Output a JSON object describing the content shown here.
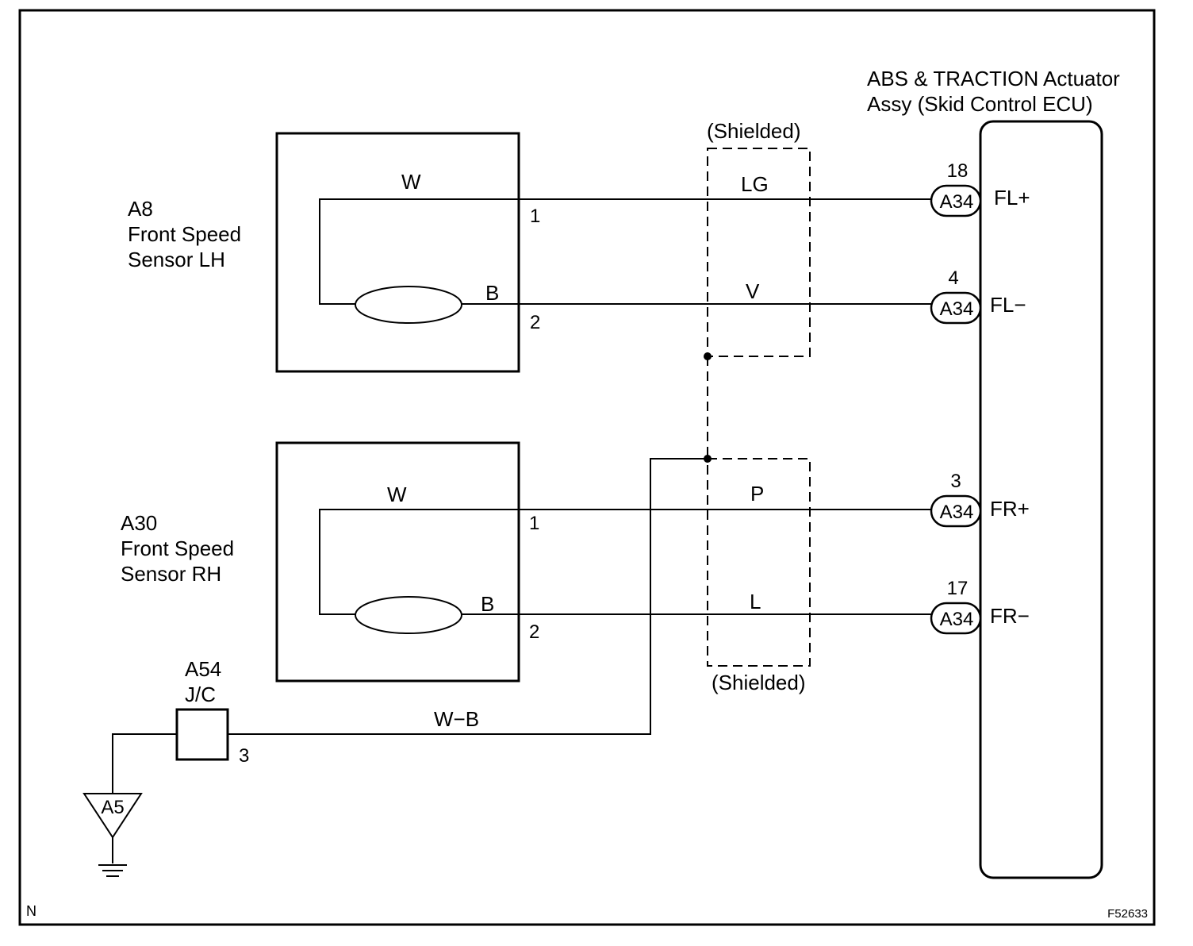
{
  "ecu": {
    "title_line1": "ABS & TRACTION Actuator",
    "title_line2": "Assy (Skid Control ECU)",
    "pins": [
      {
        "pin": "18",
        "connector": "A34",
        "signal": "FL+"
      },
      {
        "pin": "4",
        "connector": "A34",
        "signal": "FL−"
      },
      {
        "pin": "3",
        "connector": "A34",
        "signal": "FR+"
      },
      {
        "pin": "17",
        "connector": "A34",
        "signal": "FR−"
      }
    ]
  },
  "sensor_lh": {
    "id": "A8",
    "name_line1": "Front Speed",
    "name_line2": "Sensor LH",
    "wire_top": "W",
    "wire_bottom": "B",
    "pin1": "1",
    "pin2": "2"
  },
  "sensor_rh": {
    "id": "A30",
    "name_line1": "Front Speed",
    "name_line2": "Sensor RH",
    "wire_top": "W",
    "wire_bottom": "B",
    "pin1": "1",
    "pin2": "2"
  },
  "harness": {
    "wire_fl_plus": "LG",
    "wire_fl_minus": "V",
    "wire_fr_plus": "P",
    "wire_fr_minus": "L",
    "shield_top_label": "(Shielded)",
    "shield_bottom_label": "(Shielded)",
    "ground_wire": "W−B"
  },
  "junction": {
    "id": "A54",
    "type": "J/C",
    "pin": "3"
  },
  "ground": {
    "id": "A5"
  },
  "footer": {
    "left_code": "N",
    "figure_code": "F52633"
  }
}
